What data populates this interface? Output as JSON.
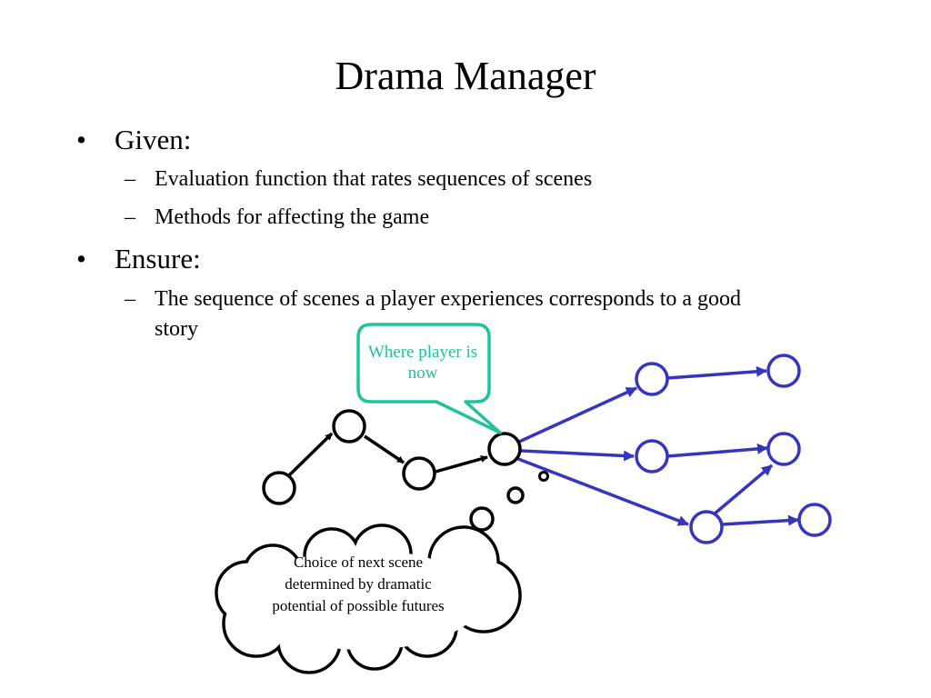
{
  "slide": {
    "title": "Drama Manager",
    "bullets": [
      {
        "label": "Given:",
        "sub": [
          "Evaluation function that rates sequences of scenes",
          "Methods for affecting the game"
        ]
      },
      {
        "label": "Ensure:",
        "sub_line1": "The sequence of scenes a player experiences corresponds to a good",
        "sub_line2": "story"
      }
    ],
    "bullet_mark": "•",
    "dash_mark": "–"
  },
  "diagram": {
    "callout_text": "Where player is now",
    "cloud_text": "Choice of next scene determined by dramatic potential of possible futures",
    "colors": {
      "past_path": "#000000",
      "future_path": "#3535c0",
      "callout": "#1fc29a"
    }
  }
}
